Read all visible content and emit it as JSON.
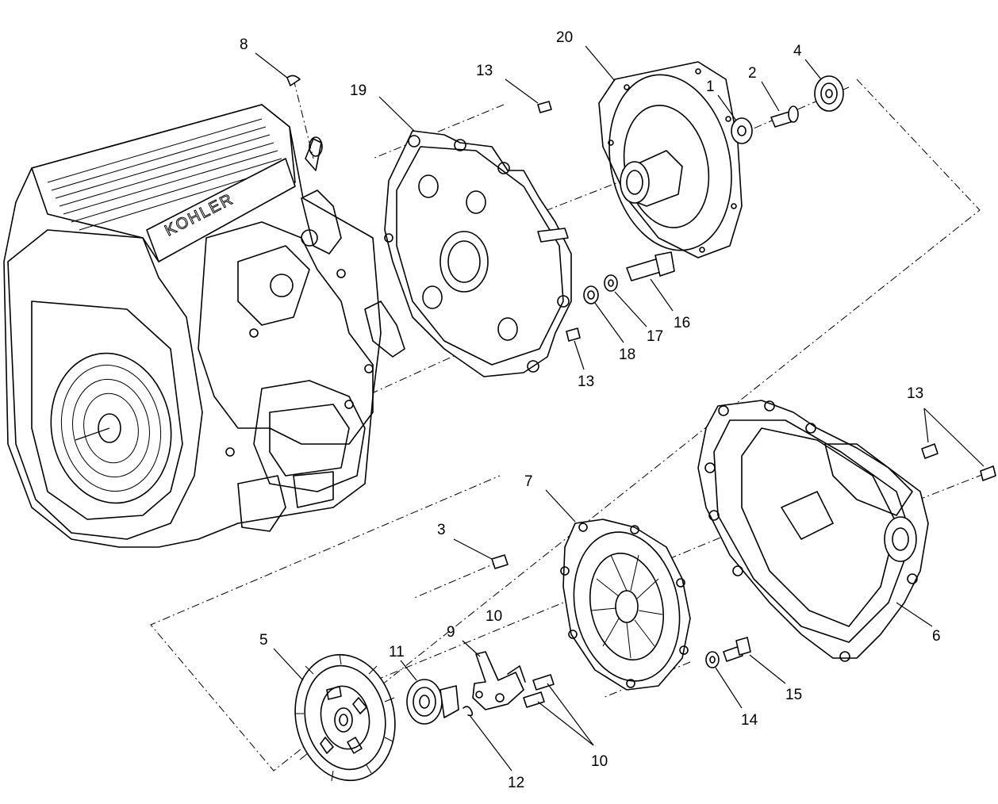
{
  "engine_brand": "KOHLER",
  "callouts": [
    {
      "id": "c8",
      "label": "8"
    },
    {
      "id": "c13a",
      "label": "13"
    },
    {
      "id": "c19",
      "label": "19"
    },
    {
      "id": "c20",
      "label": "20"
    },
    {
      "id": "c1",
      "label": "1"
    },
    {
      "id": "c2",
      "label": "2"
    },
    {
      "id": "c4",
      "label": "4"
    },
    {
      "id": "c16",
      "label": "16"
    },
    {
      "id": "c17",
      "label": "17"
    },
    {
      "id": "c18",
      "label": "18"
    },
    {
      "id": "c13b",
      "label": "13"
    },
    {
      "id": "c13c",
      "label": "13"
    },
    {
      "id": "c7",
      "label": "7"
    },
    {
      "id": "c3",
      "label": "3"
    },
    {
      "id": "c10a",
      "label": "10"
    },
    {
      "id": "c9",
      "label": "9"
    },
    {
      "id": "c6",
      "label": "6"
    },
    {
      "id": "c5",
      "label": "5"
    },
    {
      "id": "c11",
      "label": "11"
    },
    {
      "id": "c15",
      "label": "15"
    },
    {
      "id": "c14",
      "label": "14"
    },
    {
      "id": "c10b",
      "label": "10"
    },
    {
      "id": "c12",
      "label": "12"
    }
  ]
}
